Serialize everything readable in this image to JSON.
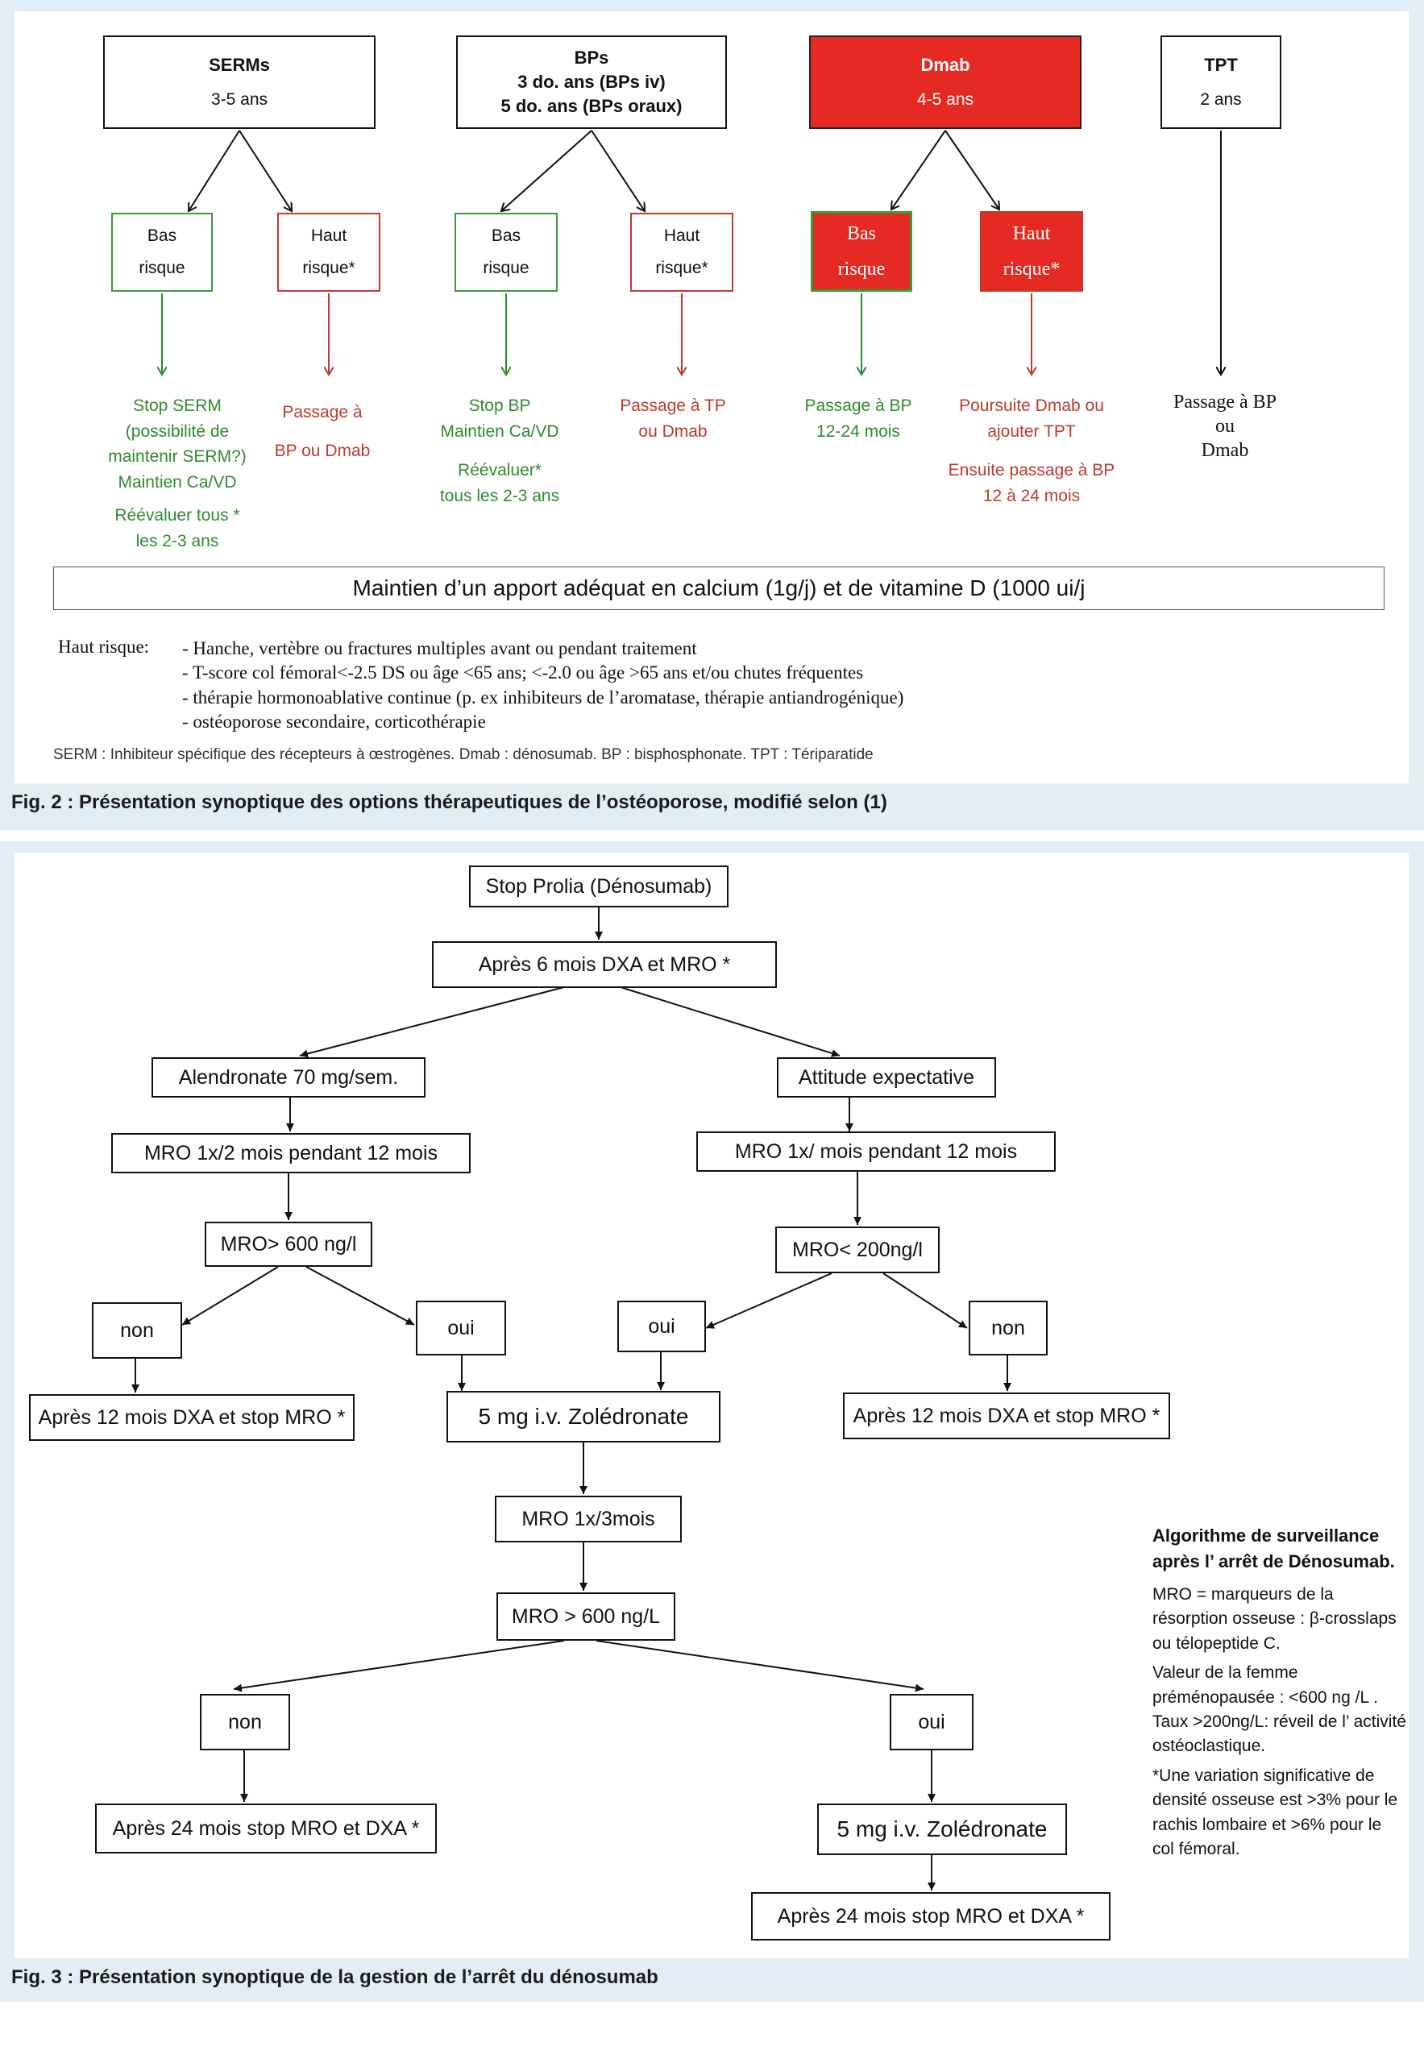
{
  "fig2": {
    "serms": {
      "title": "SERMs",
      "duration": "3-5 ans"
    },
    "bps": {
      "title": "BPs",
      "line1": "3 do. ans (BPs iv)",
      "line2": "5 do. ans (BPs oraux)"
    },
    "dmab": {
      "title": "Dmab",
      "duration": "4-5 ans"
    },
    "tpt": {
      "title": "TPT",
      "duration": "2 ans"
    },
    "low_risk": {
      "line1": "Bas",
      "line2": "risque"
    },
    "high_risk": {
      "line1": "Haut",
      "line2": "risque*"
    },
    "serms_low_result": [
      "Stop SERM",
      "(possibilité de",
      "maintenir SERM?)",
      "Maintien Ca/VD"
    ],
    "serms_low_reeval": [
      "Réévaluer tous *",
      "les 2-3 ans"
    ],
    "serms_high_result": [
      "Passage à",
      "BP ou Dmab"
    ],
    "bps_low_result": [
      "Stop BP",
      "Maintien Ca/VD"
    ],
    "bps_low_reeval": [
      "Réévaluer*",
      "tous les 2-3 ans"
    ],
    "bps_high_result": [
      "Passage à TP",
      "ou Dmab"
    ],
    "dmab_low_result": [
      "Passage à BP",
      "12-24 mois"
    ],
    "dmab_high_result": [
      "Poursuite Dmab ou",
      "ajouter TPT"
    ],
    "dmab_high_next": [
      "Ensuite passage à BP",
      "12 à 24 mois"
    ],
    "tpt_result": [
      "Passage à BP",
      "ou",
      "Dmab"
    ],
    "calcium_bar": "Maintien d’un apport adéquat en calcium (1g/j) et de vitamine D (1000 ui/j",
    "haut_risque_label": "Haut risque:",
    "haut_risque_items": [
      "- Hanche, vertèbre ou fractures multiples avant ou pendant traitement",
      "- T-score col fémoral<-2.5 DS ou âge <65 ans; <-2.0 ou âge >65 ans et/ou chutes fréquentes",
      "- thérapie hormonoablative continue (p. ex inhibiteurs de l’aromatase, thérapie antiandrogénique)",
      "- ostéoporose secondaire, corticothérapie"
    ],
    "abbrev": "SERM : Inhibiteur spécifique des récepteurs à œstrogènes. Dmab : dénosumab. BP : bisphosphonate. TPT : Tériparatide",
    "caption": "Fig. 2 : Présentation synoptique des options thérapeutiques de l’ostéoporose, modifié selon (1)"
  },
  "fig3": {
    "stop_prolia": "Stop Prolia (Dénosumab)",
    "after6": "Après 6 mois  DXA et MRO *",
    "alendronate": "Alendronate 70 mg/sem.",
    "attitude": "Attitude expectative",
    "mro_left": "MRO 1x/2 mois pendant 12 mois",
    "mro_right": "MRO 1x/ mois pendant 12 mois",
    "mro_gt600": "MRO> 600 ng/l",
    "mro_lt200": "MRO< 200ng/l",
    "non": "non",
    "oui": "oui",
    "after12_left": "Après 12 mois DXA et stop MRO *",
    "after12_right": "Après 12 mois DXA et stop MRO *",
    "zoledronate1": "5 mg i.v. Zolédronate",
    "mro_3mois": "MRO 1x/3mois",
    "mro_gt600_L": "MRO > 600 ng/L",
    "after24_left": "Après 24 mois stop MRO et DXA *",
    "zoledronate2": "5 mg i.v. Zolédronate",
    "after24_right": "Après 24 mois stop MRO et DXA *",
    "side_title": "Algorithme de surveillance après l’ arrêt de Dénosumab.",
    "side_mro": "MRO = marqueurs de la résorption osseuse : β-crosslaps ou télopeptide C.",
    "side_valeur": "Valeur de la femme préménopausée : <600 ng /L . Taux >200ng/L: réveil de l’ activité ostéoclastique.",
    "side_variation": "*Une variation significative de densité osseuse est >3% pour le rachis lombaire et >6% pour le col fémoral.",
    "caption": "Fig. 3 : Présentation synoptique de la gestion de l’arrêt du dénosumab"
  },
  "colors": {
    "panel_bg": "#e3edf6",
    "dmab_red": "#e42a22",
    "green": "#2e8b2e",
    "red": "#c0392b"
  }
}
